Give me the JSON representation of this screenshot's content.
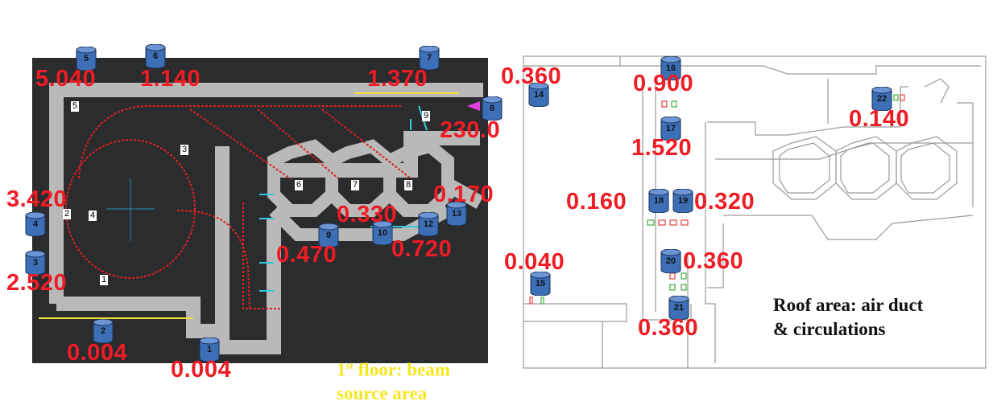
{
  "left_caption": {
    "ordinal": "1",
    "suffix": "st",
    "line1_rest": " floor: beam",
    "line2": "source area"
  },
  "right_caption": {
    "line1": "Roof area: air duct",
    "line2": "& circulations"
  },
  "sensors": [
    {
      "id": "1",
      "value": "0.004"
    },
    {
      "id": "2",
      "value": "0.004"
    },
    {
      "id": "3",
      "value": "2.520"
    },
    {
      "id": "4",
      "value": "3.420"
    },
    {
      "id": "5",
      "value": "5.040"
    },
    {
      "id": "6",
      "value": "1.140"
    },
    {
      "id": "7",
      "value": "1.370"
    },
    {
      "id": "8",
      "value": "230.0"
    },
    {
      "id": "9",
      "value": "0.470"
    },
    {
      "id": "10",
      "value": "0.330"
    },
    {
      "id": "12",
      "value": "0.720"
    },
    {
      "id": "13",
      "value": "0.170"
    },
    {
      "id": "14",
      "value": "0.360"
    },
    {
      "id": "15",
      "value": "0.040"
    },
    {
      "id": "16",
      "value": "0.900"
    },
    {
      "id": "17",
      "value": "1.520"
    },
    {
      "id": "18",
      "value": "0.160"
    },
    {
      "id": "19",
      "value": "0.320"
    },
    {
      "id": "20",
      "value": "0.360"
    },
    {
      "id": "21",
      "value": "0.360"
    },
    {
      "id": "22",
      "value": "0.140"
    }
  ],
  "area_labels": [
    "1",
    "2",
    "3",
    "4",
    "5",
    "6",
    "7",
    "8",
    "9"
  ],
  "colors": {
    "measurement": "#ee1c24",
    "sensor_fill": "#3d6fb6",
    "floor_bg": "#2b2c2e",
    "corridor": "#b9b9b9",
    "beamline": "#e02020",
    "caption_yellow": "#f5e71d"
  }
}
